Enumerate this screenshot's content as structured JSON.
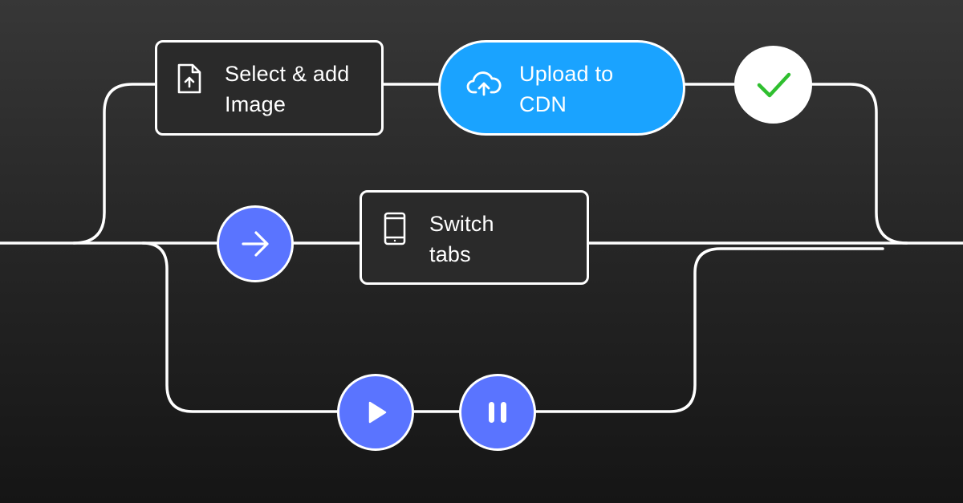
{
  "colors": {
    "connector": "#ffffff",
    "node_box_bg": "#2a2a2a",
    "cdn_pill": "#1aa3ff",
    "action_circle": "#5a74ff",
    "check_mark": "#2fbf2f",
    "text": "#ffffff"
  },
  "nodes": {
    "select_image": {
      "label": "Select & add\nImage",
      "icon": "file-upload-icon"
    },
    "upload_cdn": {
      "label": "Upload to\nCDN",
      "icon": "cloud-upload-icon"
    },
    "done": {
      "icon": "check-icon"
    },
    "next_step": {
      "icon": "arrow-right-icon"
    },
    "switch_tabs": {
      "label": "Switch\ntabs",
      "icon": "smartphone-icon"
    },
    "play": {
      "icon": "play-icon"
    },
    "pause": {
      "icon": "pause-icon"
    }
  }
}
